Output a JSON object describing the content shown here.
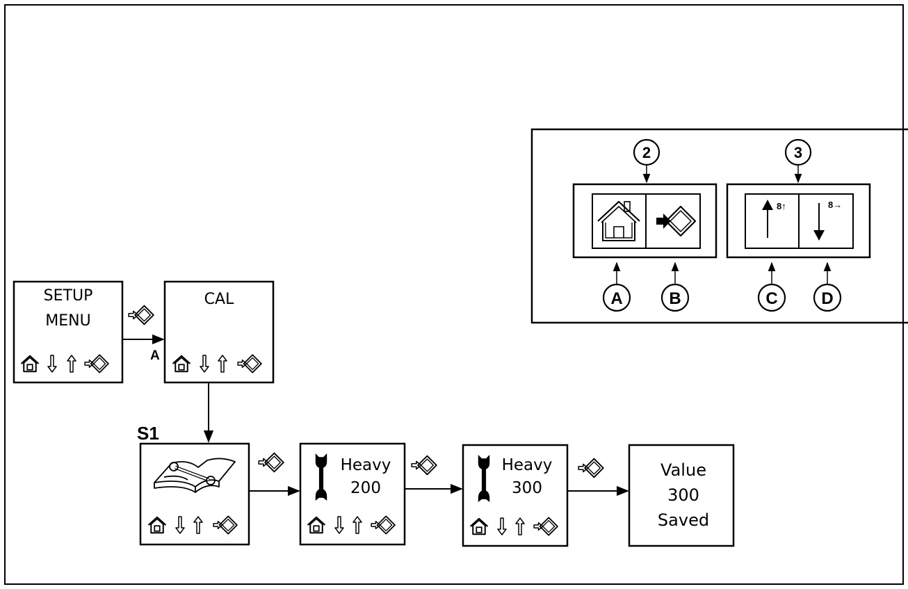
{
  "legend": {
    "callout_home_enter": "2",
    "callout_up_down": "3",
    "key_up_sup": "8↑",
    "key_down_sup": "8→",
    "letters": [
      "A",
      "B",
      "C",
      "D"
    ]
  },
  "flow": {
    "setup_menu": {
      "line1": "SETUP",
      "line2": "MENU"
    },
    "cal": {
      "title": "CAL"
    },
    "arrow_label_a": "A",
    "step_label": "S1",
    "heavy_200": {
      "line1": "Heavy",
      "line2": "200"
    },
    "heavy_300": {
      "line1": "Heavy",
      "line2": "300"
    },
    "value_saved": {
      "line1": "Value",
      "line2": "300",
      "line3": "Saved"
    }
  },
  "colors": {
    "stroke": "#000000",
    "background": "#ffffff"
  }
}
